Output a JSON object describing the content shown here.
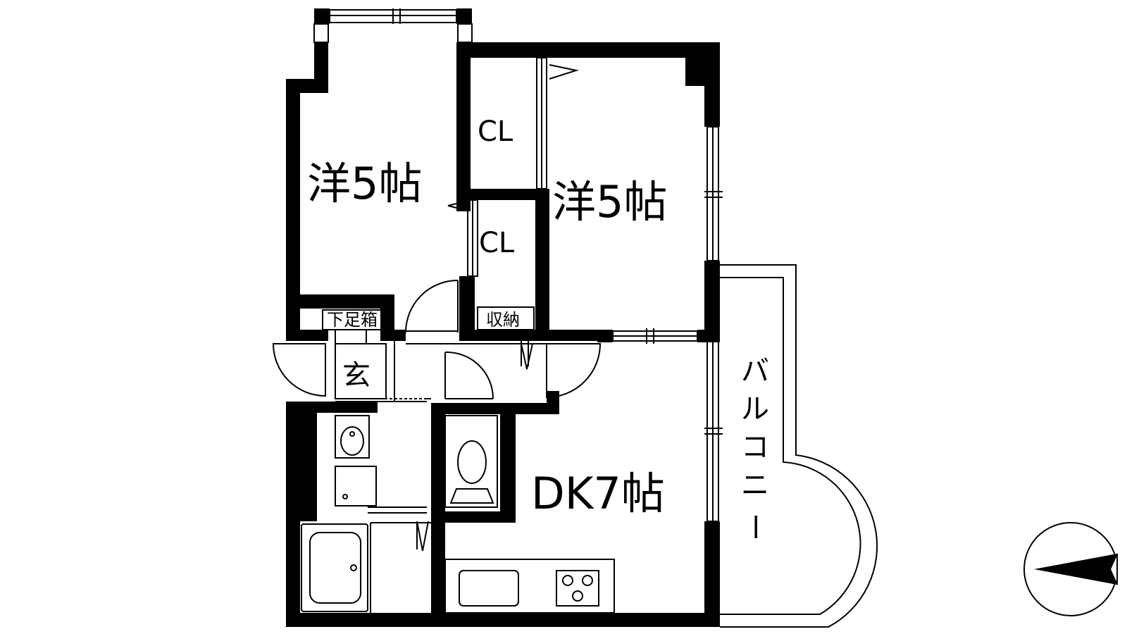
{
  "rooms": {
    "western_left": "洋5帖",
    "western_right": "洋5帖",
    "closet_upper": "CL",
    "closet_lower": "CL",
    "dining_kitchen": "DK7帖",
    "storage": "収納",
    "shoe_box": "下足箱",
    "entrance": "玄",
    "balcony_chars": [
      "バ",
      "ル",
      "コ",
      "ニ",
      "ー"
    ]
  },
  "compass": {
    "icon": "north-arrow-icon",
    "direction": "west"
  },
  "colors": {
    "wall": "#000000",
    "background": "#ffffff",
    "line": "#000000"
  }
}
